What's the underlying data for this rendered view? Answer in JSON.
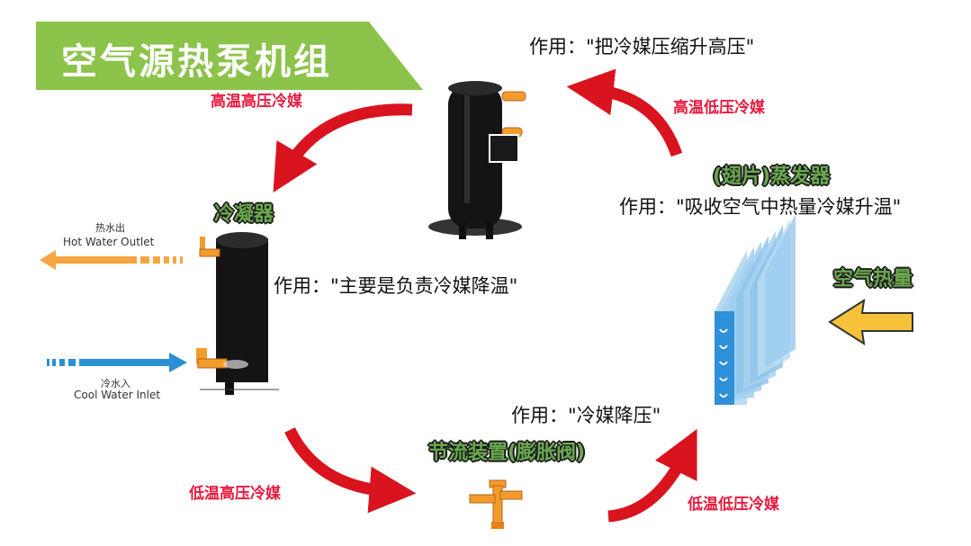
{
  "title": "空气源热泵机组",
  "colors": {
    "banner": "#8cc34a",
    "arrow_red": "#d9141f",
    "label_red": "#e8193c",
    "label_green": "#6aa84f",
    "hot_arrow": "#f4a640",
    "cold_arrow": "#2b8fd6",
    "heat_arrow": "#f5c23a"
  },
  "compressor": {
    "function": "作用：\"把冷媒压缩升高压\"",
    "in_label": "高温低压冷媒",
    "out_label": "高温高压冷媒"
  },
  "condenser": {
    "name": "冷凝器",
    "function": "作用：\"主要是负责冷媒降温\"",
    "hot_outlet_cn": "热水出",
    "hot_outlet_en": "Hot Water Outlet",
    "cool_inlet_cn": "冷水入",
    "cool_inlet_en": "Cool Water Inlet",
    "out_label": "低温高压冷媒"
  },
  "expansion_valve": {
    "name": "节流装置(膨胀阀)",
    "function": "作用：\"冷媒降压\"",
    "out_label": "低温低压冷媒"
  },
  "evaporator": {
    "name": "(翅片)蒸发器",
    "function": "作用：\"吸收空气中热量冷媒升温\"",
    "heat_source": "空气热量"
  }
}
